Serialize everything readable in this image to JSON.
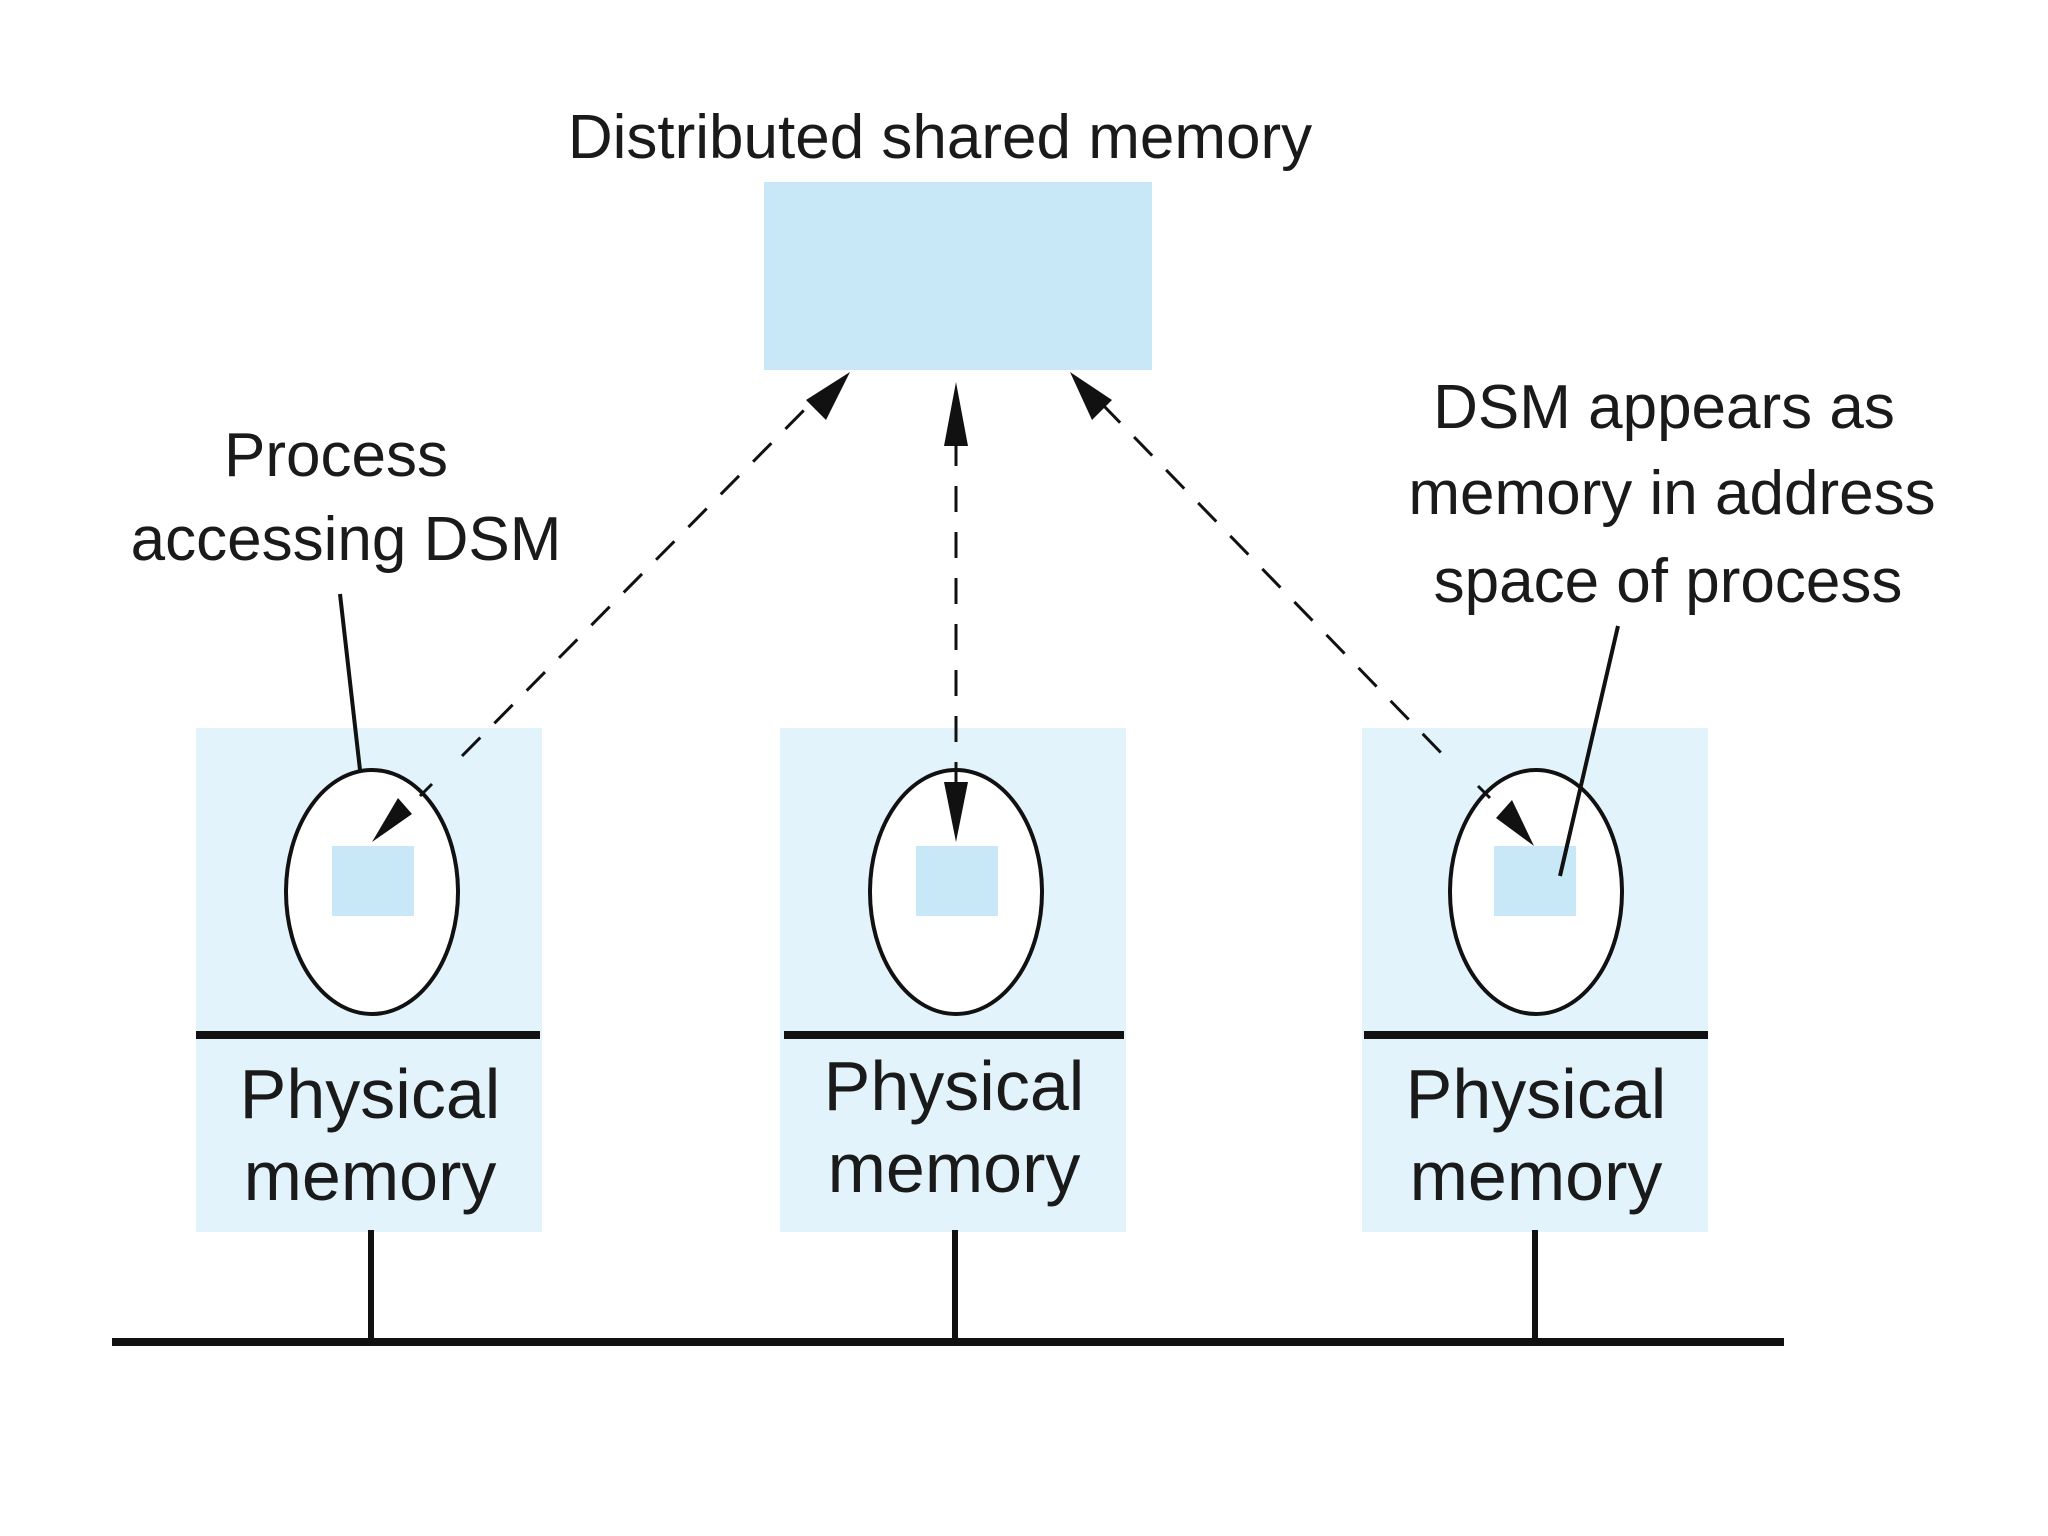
{
  "diagram": {
    "title": "Distributed shared memory",
    "callout_left": [
      "Process",
      "accessing DSM"
    ],
    "callout_right": [
      "DSM appears as",
      "memory in address",
      "space of process"
    ],
    "nodes": [
      {
        "label_line1": "Physical",
        "label_line2": "memory"
      },
      {
        "label_line1": "Physical",
        "label_line2": "memory"
      },
      {
        "label_line1": "Physical",
        "label_line2": "memory"
      }
    ],
    "colors": {
      "shared_memory_fill": "#c8e8f8",
      "node_fill": "#e2f3fc",
      "mapped_region_fill": "#c8e8f8",
      "line": "#111111"
    }
  }
}
